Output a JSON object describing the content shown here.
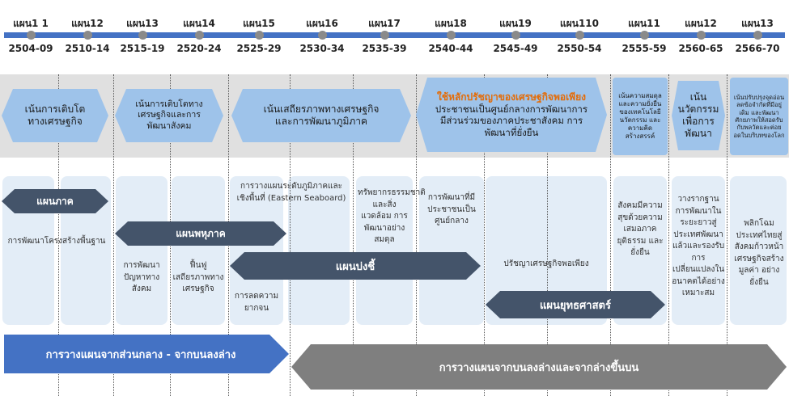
{
  "timeline": {
    "plans": [
      {
        "label": "แผน1 1",
        "years": "2504-09"
      },
      {
        "label": "แผน12",
        "years": "2510-14"
      },
      {
        "label": "แผน13",
        "years": "2515-19"
      },
      {
        "label": "แผน14",
        "years": "2520-24"
      },
      {
        "label": "แผน15",
        "years": "2525-29"
      },
      {
        "label": "แผน16",
        "years": "2530-34"
      },
      {
        "label": "แผน17",
        "years": "2535-39"
      },
      {
        "label": "แผน18",
        "years": "2540-44"
      },
      {
        "label": "แผน19",
        "years": "2545-49"
      },
      {
        "label": "แผน110",
        "years": "2550-54"
      },
      {
        "label": "แผน11",
        "years": "2555-59"
      },
      {
        "label": "แผน12",
        "years": "2560-65"
      },
      {
        "label": "แผน13",
        "years": "2566-70"
      }
    ]
  },
  "focus": {
    "f1": "เน้นการเติบโตทางเศรษฐกิจ",
    "f2": "เน้นการเติบโตทางเศรษฐกิจและการพัฒนาสังคม",
    "f3": "เน้นเสถียรภาพทางเศรษฐกิจและการพัฒนาภูมิภาค",
    "f4_highlight": "ใช้หลักปรัชญาของเศรษฐกิจพอเพียง",
    "f4_text": "ประชาชนเป็นศูนย์กลางการพัฒนาการมีส่วนร่วมของภาคประชาสังคม การพัฒนาที่ยั่งยืน",
    "f5": "เน้นความสมดุลและความยั่งยืนของเทคโนโลยี นวัตกรรม และความคิดสร้างสรรค์",
    "f6": "เน้นนวัตกรรมเพื่อการพัฒนา",
    "f7": "เน้นปรับปรุงจุดอ่อน ลดข้อจำกัดที่มีอยู่เดิม และพัฒนาศักยภาพให้สอดรับกับพลวัตและต่อยอดในบริบทของโลก"
  },
  "details": {
    "d1": "การพัฒนาโครงสร้างพื้นฐาน",
    "d2": "การพัฒนาปัญหาทางสังคม",
    "d3": "ฟื้นฟูเสถียรภาพทางเศรษฐกิจ",
    "d4": "การวางแผนระดับภูมิภาคและเชิงพื้นที่ (Eastern Seaboard)",
    "d5": "การลดความยากจน",
    "d6": "ทรัพยากรธรรมชาติและสิ่งแวดล้อม การพัฒนาอย่างสมดุล",
    "d7": "การพัฒนาที่มีประชาชนเป็นศูนย์กลาง",
    "d8": "ปรัชญาเศรษฐกิจพอเพียง",
    "d9": "สังคมมีความสุขด้วยความเสมอภาค ยุติธรรม และยั่งยืน",
    "d10": "วางรากฐานการพัฒนาในระยะยาวสู่ประเทศพัฒนาแล้วและรองรับการเปลี่ยนแปลงในอนาคตได้อย่างเหมาะสม",
    "d11": "พลิกโฉมประเทศไทยสู่สังคมก้าวหน้า เศรษฐกิจสร้างมูลค่า อย่างยั่งยืน"
  },
  "arrows": {
    "a1": "แผนภาค",
    "a2": "แผนพหุภาค",
    "a3": "แผนบ่งชี้",
    "a4": "แผนยุทธศาสตร์",
    "a5": "การวางแผนจากส่วนกลาง - จากบนลงล่าง",
    "a6": "การวางแผนจากบนลงล่างและจากล่างขึ้นบน"
  },
  "colors": {
    "timeline_bar": "#4472c4",
    "hexagon": "#9ec3ea",
    "highlight_text": "#e36c09",
    "dark_arrow": "#44546a",
    "blue_arrow": "#4472c4",
    "gray_arrow": "#7f7f7f"
  }
}
